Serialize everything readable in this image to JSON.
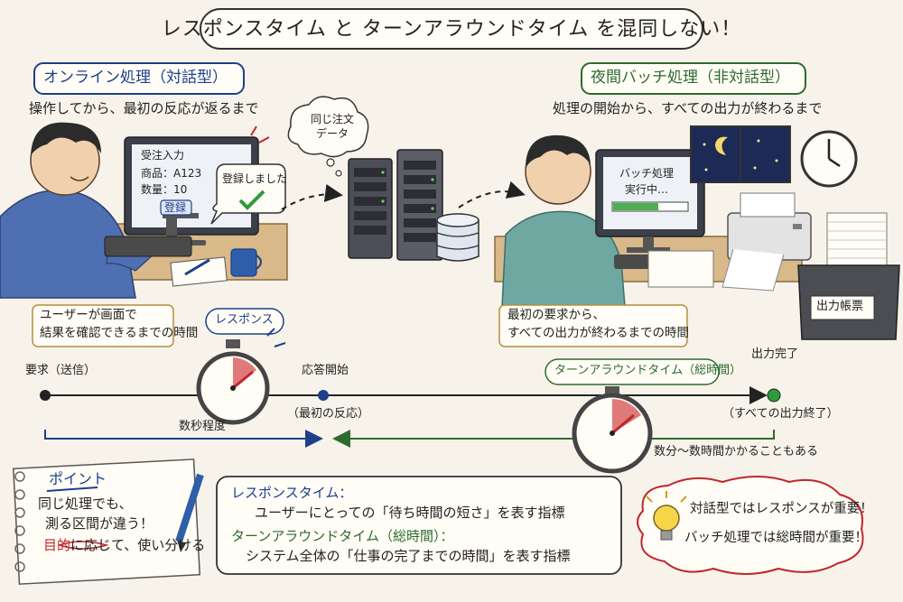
{
  "title": "レスポンスタイム と ターンアラウンドタイム を混同しない！",
  "online": {
    "heading": "オンライン処理（対話型）",
    "subtitle": "操作してから、最初の反応が返るまで",
    "screen": {
      "title": "受注入力",
      "item": "商品：A123",
      "qty": "数量：10",
      "button": "登録"
    },
    "bubble": "登録しました",
    "note_line1": "ユーザーが画面で",
    "note_line2": "結果を確認できるまでの時間",
    "response_label": "レスポンス"
  },
  "cloud": {
    "line1": "同じ注文",
    "line2": "データ"
  },
  "batch": {
    "heading": "夜間バッチ処理（非対話型）",
    "subtitle": "処理の開始から、すべての出力が終わるまで",
    "screen_line1": "バッチ処理",
    "screen_line2": "実行中…",
    "tray": "出力帳票",
    "note_line1": "最初の要求から、",
    "note_line2": "すべての出力が終わるまでの時間",
    "turnaround_label": "ターンアラウンドタイム（総時間）"
  },
  "timeline": {
    "start": "要求（送信）",
    "mid": "応答開始",
    "mid_sub": "（最初の反応）",
    "end": "出力完了",
    "end_sub": "（すべての出力終了）",
    "short_span": "数秒程度",
    "long_span": "数分～数時間かかることもある"
  },
  "point": {
    "title": "ポイント",
    "line1": "同じ処理でも、",
    "line2": "測る区間が違う！",
    "line3_accent": "目的",
    "line3_rest": "に応じて、使い分ける"
  },
  "definitions": {
    "rt_term": "レスポンスタイム：",
    "rt_desc": "ユーザーにとっての「待ち時間の短さ」を表す指標",
    "tt_term": "ターンアラウンドタイム（総時間）：",
    "tt_desc": "システム全体の「仕事の完了までの時間」を表す指標"
  },
  "tips": {
    "line1": "対話型ではレスポンスが重要！",
    "line2": "バッチ処理では総時間が重要！"
  },
  "colors": {
    "blue": "#1d3f8c",
    "green": "#2e6a2e",
    "red": "#c0272d",
    "paper": "#f7f3ea"
  }
}
